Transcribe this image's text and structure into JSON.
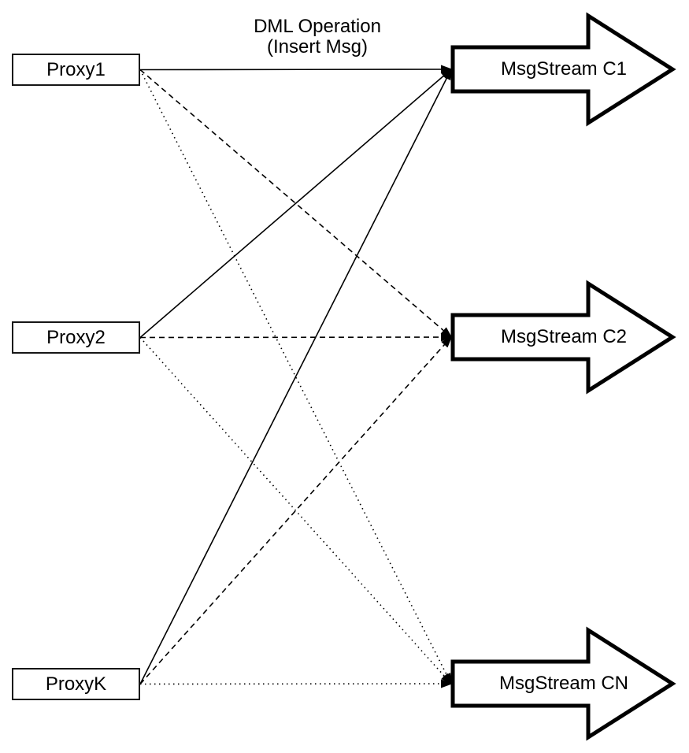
{
  "colors": {
    "background": "#ffffff",
    "stroke": "#000000",
    "box_fill": "#ffffff"
  },
  "title": {
    "line1": "DML Operation",
    "line2": "(Insert Msg)"
  },
  "proxies": [
    {
      "id": "proxy1",
      "label": "Proxy1"
    },
    {
      "id": "proxy2",
      "label": "Proxy2"
    },
    {
      "id": "proxyk",
      "label": "ProxyK"
    }
  ],
  "streams": [
    {
      "id": "c1",
      "label": "MsgStream C1"
    },
    {
      "id": "c2",
      "label": "MsgStream C2"
    },
    {
      "id": "cn",
      "label": "MsgStream CN"
    }
  ],
  "edges": [
    {
      "from": "proxy1",
      "to": "c1",
      "style": "solid"
    },
    {
      "from": "proxy1",
      "to": "c2",
      "style": "dashed"
    },
    {
      "from": "proxy1",
      "to": "cn",
      "style": "dotted"
    },
    {
      "from": "proxy2",
      "to": "c1",
      "style": "solid"
    },
    {
      "from": "proxy2",
      "to": "c2",
      "style": "dashed"
    },
    {
      "from": "proxy2",
      "to": "cn",
      "style": "dotted"
    },
    {
      "from": "proxyk",
      "to": "c1",
      "style": "solid"
    },
    {
      "from": "proxyk",
      "to": "c2",
      "style": "dashed"
    },
    {
      "from": "proxyk",
      "to": "cn",
      "style": "dotted"
    }
  ]
}
